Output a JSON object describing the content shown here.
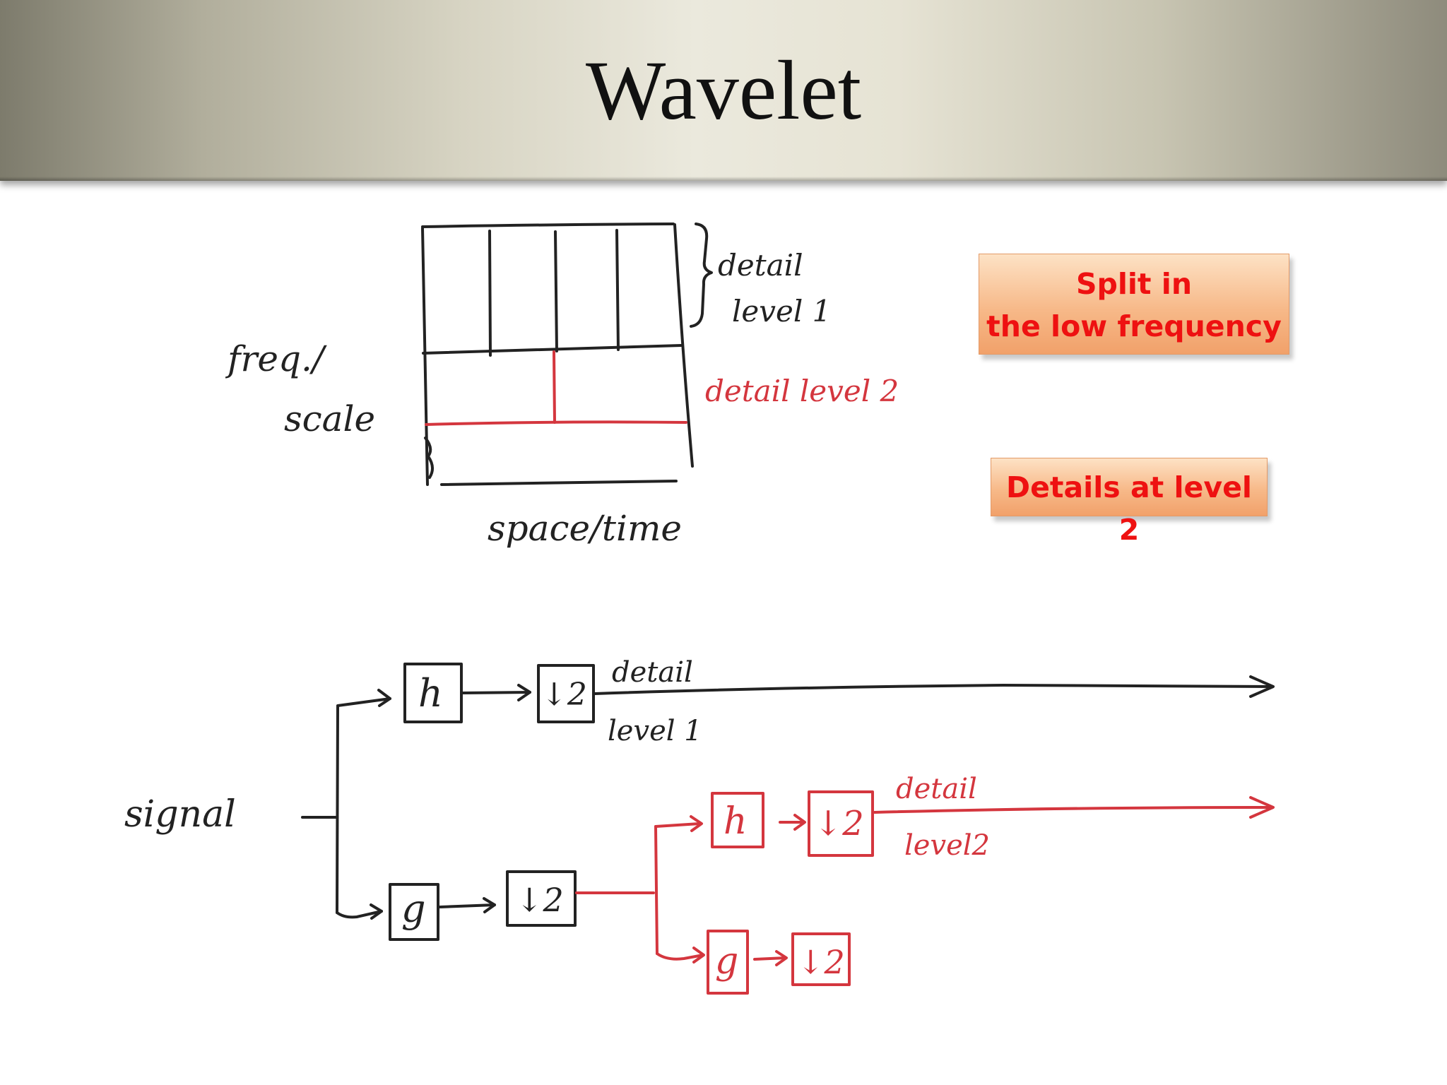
{
  "title": "Wavelet",
  "callouts": {
    "split": [
      "Split in",
      "the low frequency"
    ],
    "details": "Details at level 2"
  },
  "grid_sketch": {
    "y_axis_label": [
      "freq./",
      "scale"
    ],
    "x_axis_label": "space/time",
    "level1_label": [
      "detail",
      "level 1"
    ],
    "level2_label": "detail level 2"
  },
  "filter_bank": {
    "input_label": "signal",
    "high_pass": "h",
    "low_pass": "g",
    "downsample": "↓2",
    "level1_output": [
      "detail",
      "level 1"
    ],
    "level2_output": [
      "detail",
      "level2"
    ]
  },
  "colors": {
    "ink": "#222222",
    "red_ink": "#d4363e",
    "callout_text": "#ee1111"
  }
}
